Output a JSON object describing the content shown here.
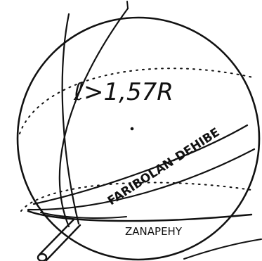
{
  "diagram": {
    "inequality_label": "ℓ>1,57R",
    "curve_label": "FARIBOLAN-DEHIBE",
    "bottom_label": "ZANAPEHY"
  }
}
